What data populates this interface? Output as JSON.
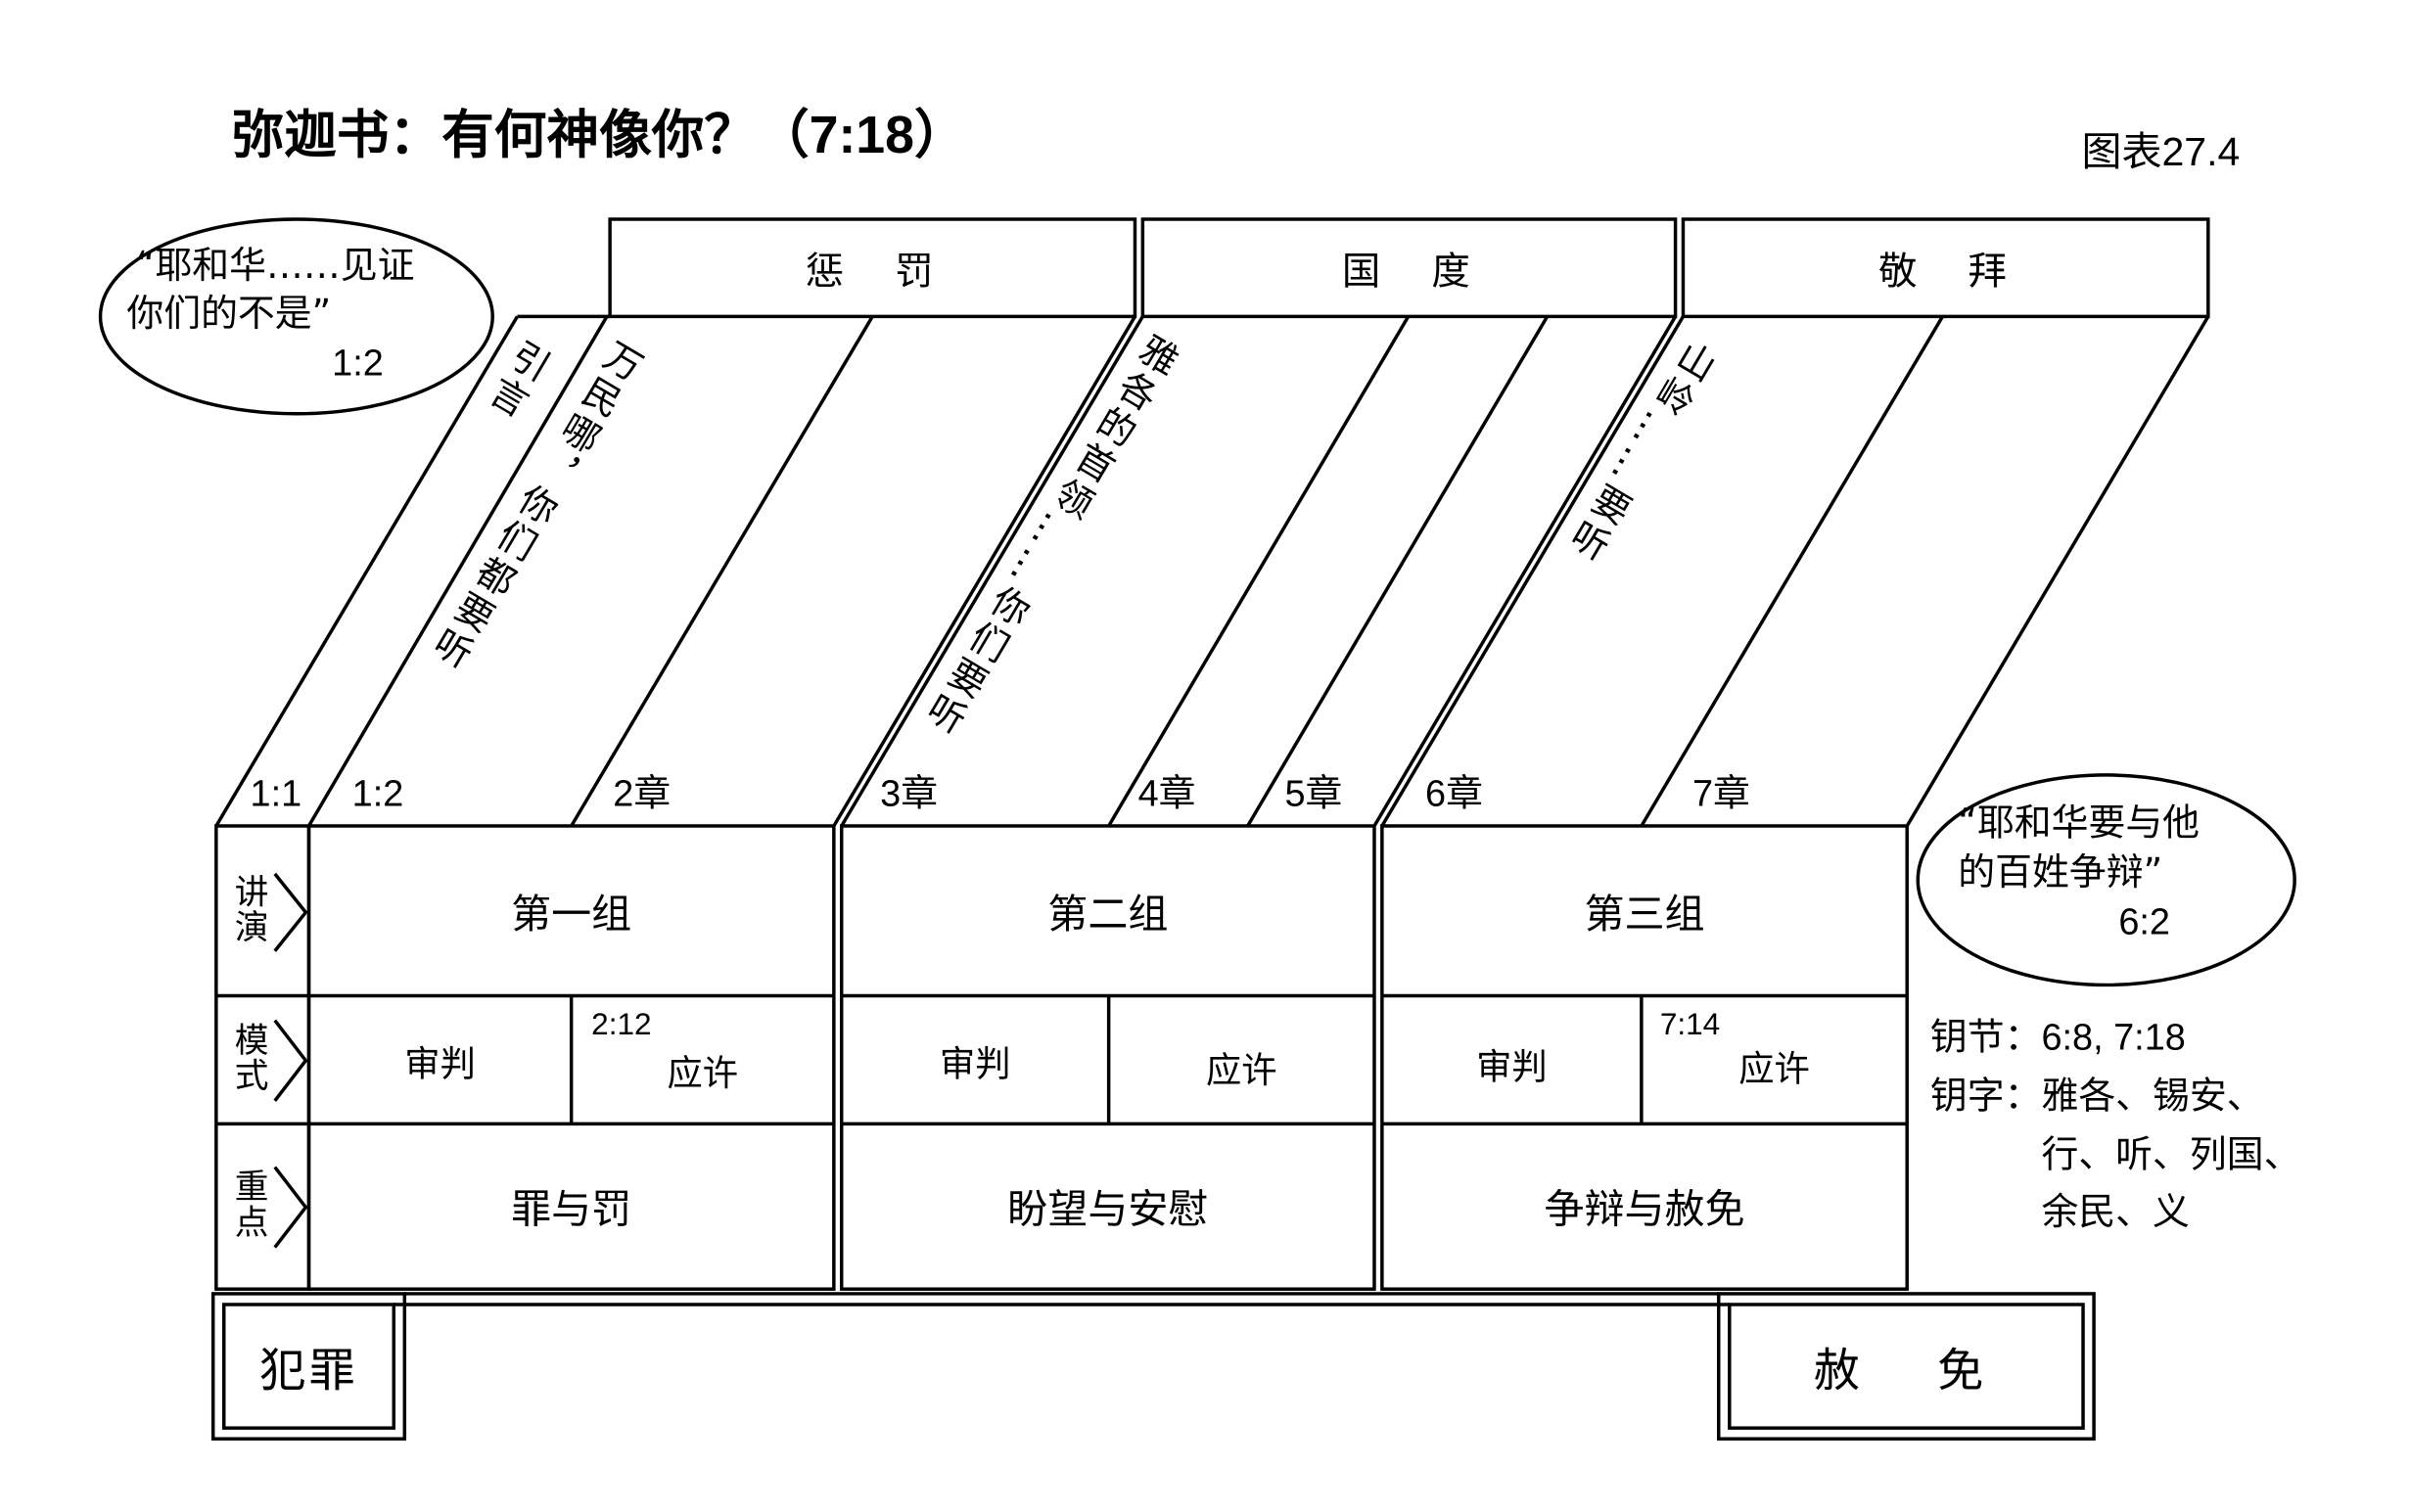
{
  "title": "弥迦书：有何神像你？（7:18）",
  "figure_label": "图表27.4",
  "quote_left": {
    "line1": "“耶和华……见证",
    "line2": "你们的不是”",
    "ref": "1:2"
  },
  "quote_right": {
    "line1": "“耶和华要与他",
    "line2": "的百姓争辩”",
    "ref": "6:2"
  },
  "themes": [
    "惩　罚",
    "国　度",
    "敬　拜"
  ],
  "slant_texts": [
    "引言",
    "万民哪，你们都要听",
    "雅各的首领……你们要听",
    "山岭……要听"
  ],
  "chapters": [
    "1:1",
    "1:2",
    "2章",
    "3章",
    "4章",
    "5章",
    "6章",
    "7章"
  ],
  "row_labels": [
    "讲演",
    "模式",
    "重点"
  ],
  "discourses": [
    "第一组",
    "第二组",
    "第三组"
  ],
  "patterns": [
    {
      "judgment": "审判",
      "promise_ref": "2:12",
      "promise": "应许"
    },
    {
      "judgment": "审判",
      "promise": "应许"
    },
    {
      "judgment": "审判",
      "promise_ref": "7:14",
      "promise": "应许"
    }
  ],
  "emphases": [
    "罪与罚",
    "盼望与安慰",
    "争辩与赦免"
  ],
  "bottom": {
    "left": "犯罪",
    "right": "赦　免"
  },
  "key_info": {
    "verses_label": "钥节：",
    "verses": "6:8, 7:18",
    "words_label": "钥字：",
    "words_lines": [
      "雅各、锡安、",
      "行、听、列国、",
      "余民、义"
    ]
  }
}
